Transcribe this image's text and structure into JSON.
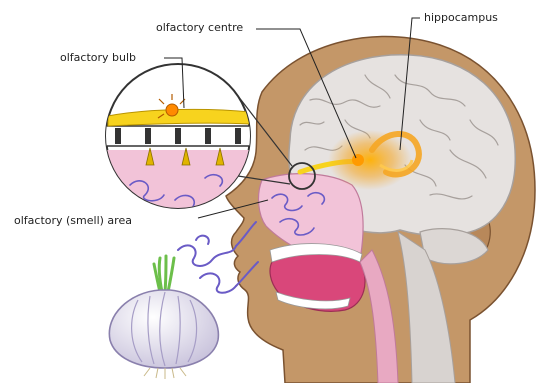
{
  "labels": {
    "olfactory_centre": "olfactory centre",
    "hippocampus": "hippocampus",
    "olfactory_bulb": "olfactory bulb",
    "olfactory_area": "olfactory (smell) area"
  },
  "colors": {
    "skin": "#c49768",
    "skin_dark": "#7a5230",
    "brain": "#e6e2e0",
    "brain_line": "#a7a09c",
    "cavity": "#f2c3d8",
    "mouth": "#d9477a",
    "nerve": "#f7d31e",
    "glow": "#f5a623",
    "scent": "#6a5bc6",
    "garlic": "#e9e5f2",
    "stem": "#6cbf4a"
  },
  "icons": [
    "garlic-icon",
    "scent-wave-icon",
    "brain-icon",
    "magnifier-circle-icon"
  ]
}
